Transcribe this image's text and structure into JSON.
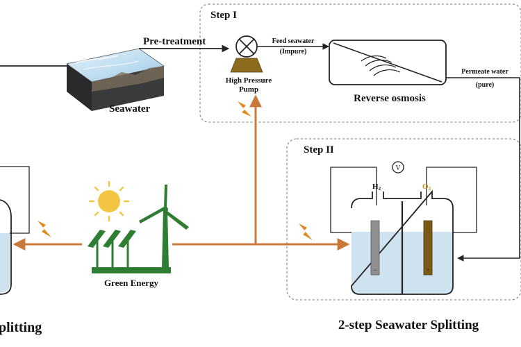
{
  "labels": {
    "step1": "Step I",
    "step2": "Step II",
    "pretreatment": "Pre-treatment",
    "feed_seawater": "Feed seawater",
    "impure": "(Impure)",
    "permeate_water": "Permeate water",
    "pure": "(pure)",
    "high_pressure": "High Pressure",
    "pump": "Pump",
    "reverse_osmosis": "Reverse osmosis",
    "seawater": "Seawater",
    "green_energy": "Green Energy",
    "h2": "H",
    "h2_sub": "2",
    "o2": "O",
    "o2_sub": "2",
    "voltmeter": "V",
    "minus": "−",
    "plus": "+",
    "left_title_fragment": "plitting",
    "right_title": "2-step Seawater Splitting"
  },
  "colors": {
    "energy_arrow": "#c9793a",
    "dashed_border": "#8a8f99",
    "water": "#cfe2ef",
    "sun": "#f4c542",
    "pump": "#8c6a1e",
    "turbine": "#2e7d32",
    "cathode": "#8f8f8f",
    "anode": "#7a5a16",
    "bolt": "#e08a1e"
  }
}
